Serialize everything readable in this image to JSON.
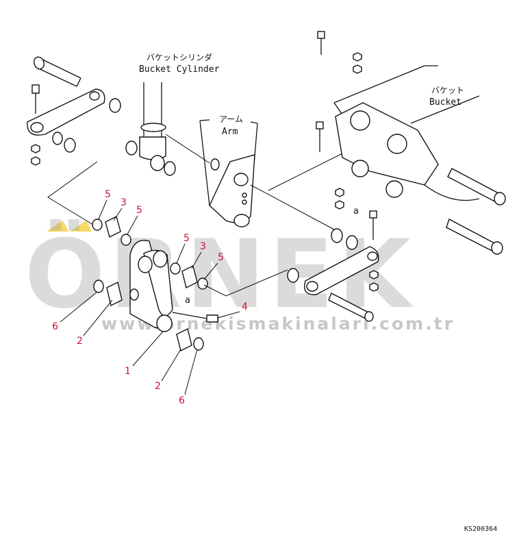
{
  "labels": {
    "bucket_cylinder_jp": "バケットシリンダ",
    "bucket_cylinder_en": "Bucket Cylinder",
    "arm_jp": "アーム",
    "arm_en": "Arm",
    "bucket_jp": "バケット",
    "bucket_en": "Bucket",
    "ref_a_1": "a",
    "ref_a_2": "a"
  },
  "callouts": [
    "5",
    "3",
    "5",
    "5",
    "3",
    "5",
    "4",
    "6",
    "2",
    "1",
    "2",
    "6"
  ],
  "watermark": {
    "brand": "ÖRNEK",
    "url": "www.ornekismakinalari.com.tr",
    "color": "#9a9a9a",
    "accent": "#f2c200"
  },
  "figure_code": "KS200364",
  "colors": {
    "callout": "#c8102e",
    "line": "#111111"
  }
}
